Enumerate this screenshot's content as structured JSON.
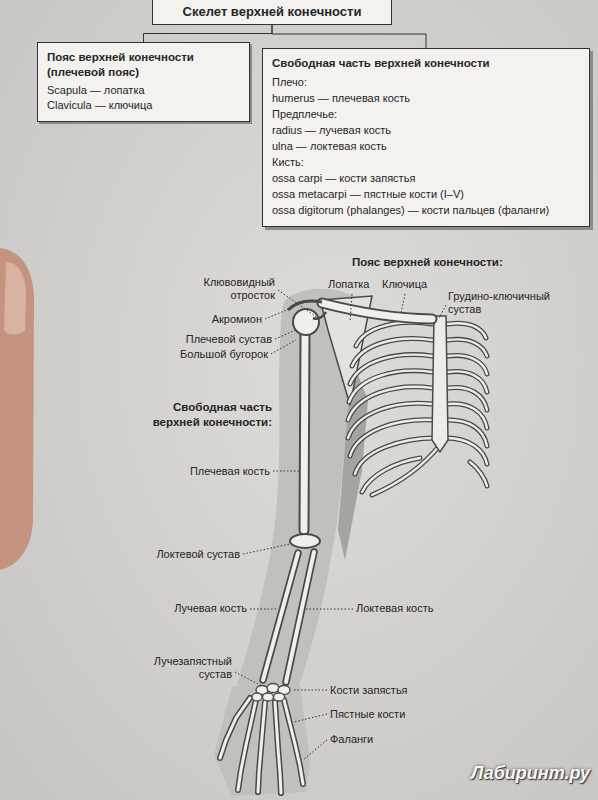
{
  "diagram": {
    "nodes": [
      {
        "text": [
          "Скелет верхней конечности"
        ]
      },
      {
        "text": [
          "Пояс верхней конечности (плечевой пояс)",
          "Scapula — лопатка",
          "Clavicula — ключица"
        ]
      },
      {
        "text": [
          "Свободная часть верхней конечности",
          "Плечо:",
          "humerus — плечевая кость",
          "Предплечье:",
          "radius — лучевая кость",
          "ulna — локтевая кость",
          "Кисть:",
          "ossa carpi — кости запястья",
          "ossa metacarpi — пястные кости (I–V)",
          "ossa digitorum (phalanges) — кости пальцев (фаланги)"
        ]
      }
    ],
    "edges": [
      {
        "from": 0,
        "to": 1,
        "arrow": "none"
      },
      {
        "from": 0,
        "to": 2,
        "arrow": "none"
      }
    ],
    "labels": [
      "Пояс верхней конечности:",
      "Клювовидный отросток",
      "Акромион",
      "Плечевой сустав",
      "Большой бугорок",
      "Лопатка",
      "Ключица",
      "Грудино-ключичный сустав",
      "Свободная часть верхней конечности:",
      "Плечевая кость",
      "Локтевой сустав",
      "Лучевая кость",
      "Локтевая кость",
      "Лучезапястный сустав",
      "Кости запястья",
      "Пястные кости",
      "Фаланги",
      "Лабиринт.ру"
    ]
  }
}
